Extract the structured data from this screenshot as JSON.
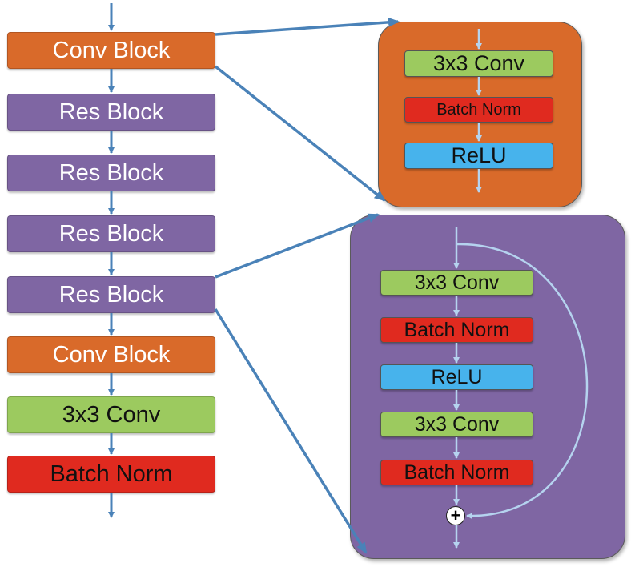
{
  "colors": {
    "conv_block": "#d96a2a",
    "res_block": "#7f66a3",
    "conv3x3": "#9cca5f",
    "batch_norm": "#e02a1f",
    "relu": "#47b3ec",
    "arrow": "#4a82b8",
    "skip_arrow": "#b5d3ef"
  },
  "main_blocks": [
    {
      "label": "Conv Block",
      "type": "conv_block"
    },
    {
      "label": "Res Block",
      "type": "res_block"
    },
    {
      "label": "Res Block",
      "type": "res_block"
    },
    {
      "label": "Res Block",
      "type": "res_block"
    },
    {
      "label": "Res Block",
      "type": "res_block"
    },
    {
      "label": "Conv Block",
      "type": "conv_block"
    },
    {
      "label": "3x3 Conv",
      "type": "conv3x3"
    },
    {
      "label": "Batch Norm",
      "type": "batch_norm"
    }
  ],
  "conv_block_detail": {
    "layers": [
      "3x3 Conv",
      "Batch Norm",
      "ReLU"
    ]
  },
  "res_block_detail": {
    "layers": [
      "3x3 Conv",
      "Batch Norm",
      "ReLU",
      "3x3 Conv",
      "Batch Norm"
    ],
    "sum_symbol": "+"
  }
}
